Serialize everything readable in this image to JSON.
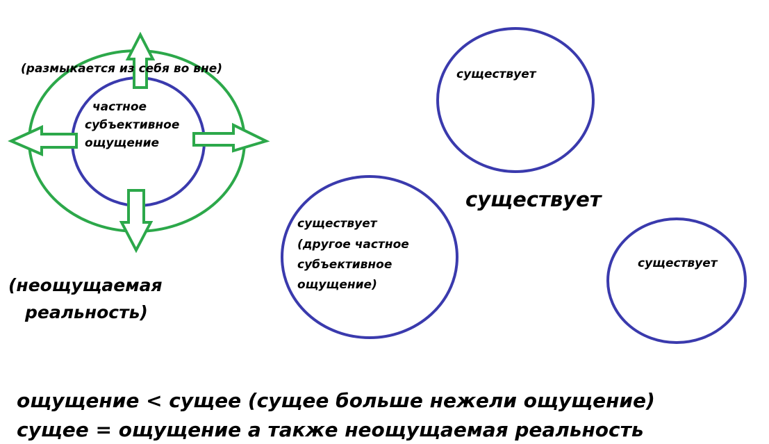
{
  "colors": {
    "green": "#2ca84a",
    "blue": "#3a3aad",
    "text": "#000000"
  },
  "labels": {
    "radiates": "(размыкается из себя во вне)",
    "private_line1": "частное",
    "private_line2": "субъективное",
    "private_line3": "ощущение",
    "exists_top": "существует",
    "exists_big": "существует",
    "exists_right": "существует",
    "other_line1": "существует",
    "other_line2": "(другое частное",
    "other_line3": "субъективное",
    "other_line4": "ощущение)",
    "unsensed_line1": "(неощущаемая",
    "unsensed_line2": "реальность)",
    "formula1": "ощущение < сущее  (сущее больше нежели ощущение)",
    "formula2": "сущее = ощущение а также неощущаемая реальность"
  }
}
